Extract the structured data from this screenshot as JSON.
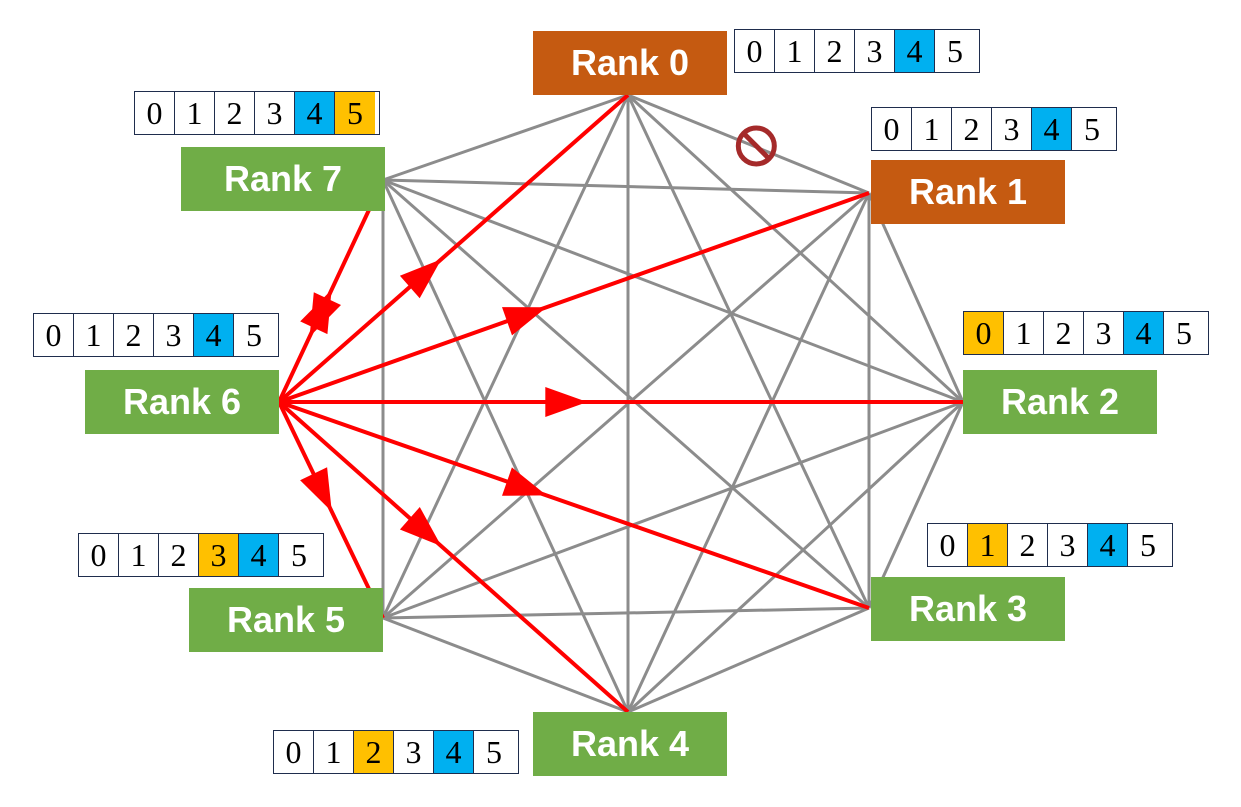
{
  "colors": {
    "edge_gray": "#8c8c8c",
    "edge_red": "#ff0000",
    "rank_green": "#70ad47",
    "rank_orange": "#c55a11",
    "cell_blue": "#00b0f0",
    "cell_yellow": "#ffc000",
    "forbidden": "#a52a2a"
  },
  "ranks": [
    {
      "id": "rank-0",
      "label": "Rank 0",
      "color": "orange",
      "cells": [
        "0",
        "1",
        "2",
        "3",
        "4",
        "5"
      ],
      "highlight": {
        "4": "blue"
      }
    },
    {
      "id": "rank-1",
      "label": "Rank 1",
      "color": "orange",
      "cells": [
        "0",
        "1",
        "2",
        "3",
        "4",
        "5"
      ],
      "highlight": {
        "4": "blue"
      }
    },
    {
      "id": "rank-2",
      "label": "Rank 2",
      "color": "green",
      "cells": [
        "0",
        "1",
        "2",
        "3",
        "4",
        "5"
      ],
      "highlight": {
        "0": "yellow",
        "4": "blue"
      }
    },
    {
      "id": "rank-3",
      "label": "Rank 3",
      "color": "green",
      "cells": [
        "0",
        "1",
        "2",
        "3",
        "4",
        "5"
      ],
      "highlight": {
        "1": "yellow",
        "4": "blue"
      }
    },
    {
      "id": "rank-4",
      "label": "Rank 4",
      "color": "green",
      "cells": [
        "0",
        "1",
        "2",
        "3",
        "4",
        "5"
      ],
      "highlight": {
        "2": "yellow",
        "4": "blue"
      }
    },
    {
      "id": "rank-5",
      "label": "Rank 5",
      "color": "green",
      "cells": [
        "0",
        "1",
        "2",
        "3",
        "4",
        "5"
      ],
      "highlight": {
        "3": "yellow",
        "4": "blue"
      }
    },
    {
      "id": "rank-6",
      "label": "Rank 6",
      "color": "green",
      "cells": [
        "0",
        "1",
        "2",
        "3",
        "4",
        "5"
      ],
      "highlight": {
        "4": "blue"
      }
    },
    {
      "id": "rank-7",
      "label": "Rank 7",
      "color": "green",
      "cells": [
        "0",
        "1",
        "2",
        "3",
        "4",
        "5"
      ],
      "highlight": {
        "4": "blue",
        "5": "yellow"
      }
    }
  ],
  "red_edges": [
    {
      "from": 6,
      "to": 7
    },
    {
      "from": 7,
      "to": 6
    },
    {
      "from": 6,
      "to": 0
    },
    {
      "from": 6,
      "to": 1
    },
    {
      "from": 6,
      "to": 2
    },
    {
      "from": 6,
      "to": 3
    },
    {
      "from": 6,
      "to": 4
    },
    {
      "from": 6,
      "to": 5
    }
  ],
  "forbidden_edge": {
    "from": 0,
    "to": 1,
    "icon": "prohibited-icon"
  }
}
